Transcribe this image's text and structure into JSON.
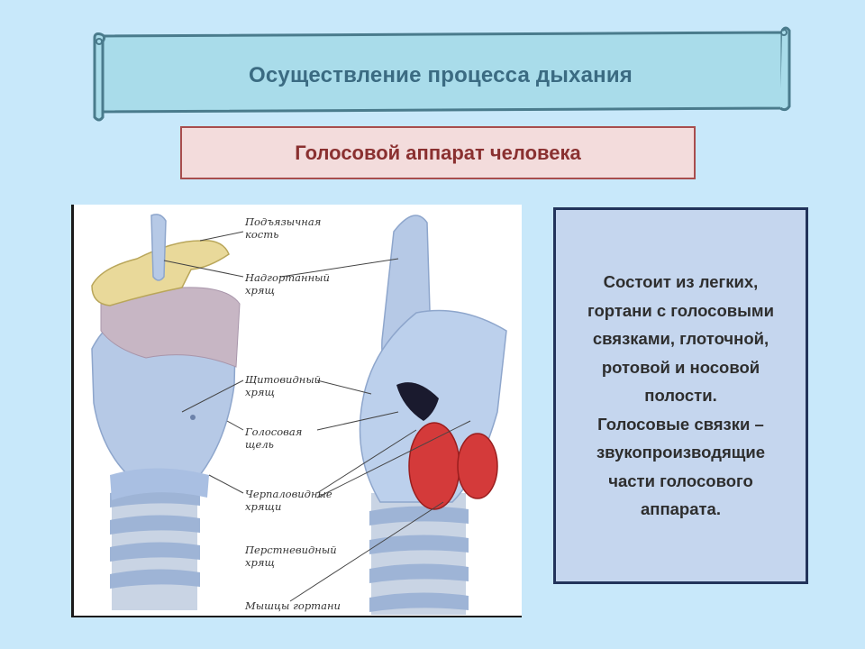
{
  "slide": {
    "title": "Осуществление процесса дыхания",
    "subtitle": "Голосовой аппарат человека"
  },
  "figure": {
    "labels": [
      "Подъязычная\nкость",
      "Надгортанный\nхрящ",
      "Щитовидный\nхрящ",
      "Голосовая\nщель",
      "Черпаловидные\nхрящи",
      "Перстневидный\nхрящ",
      "Мышцы гортани"
    ]
  },
  "description": {
    "lines": [
      "Состоит из легких,",
      "гортани с голосовыми",
      "связками, глоточной,",
      "ротовой и носовой",
      "полости.",
      "Голосовые связки –",
      "звукопроизводящие",
      "части голосового",
      "аппарата."
    ]
  },
  "colors": {
    "background": "#c8e8fa",
    "title_text": "#3b6b82",
    "subtitle_text": "#8a3030",
    "subtitle_border": "#a84d4d",
    "desc_border": "#22335a"
  }
}
